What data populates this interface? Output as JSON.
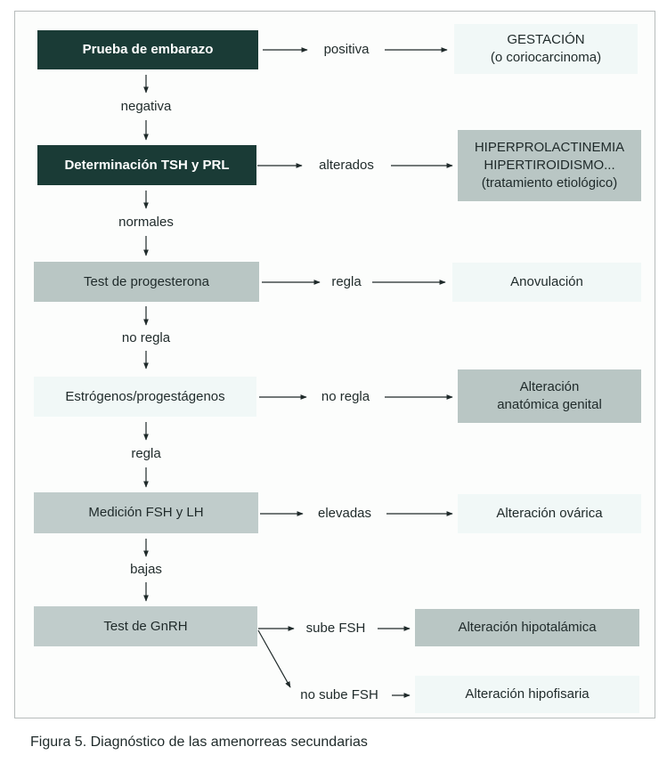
{
  "flowchart": {
    "steps": [
      {
        "id": "s1",
        "label": "Prueba de embarazo",
        "down_label": "negativa",
        "right_label": "positiva",
        "result": [
          "GESTACIÓN",
          "(o coriocarcinoma)"
        ]
      },
      {
        "id": "s2",
        "label": "Determinación TSH y PRL",
        "down_label": "normales",
        "right_label": "alterados",
        "result": [
          "HIPERPROLACTINEMIA",
          "HIPERTIROIDISMO...",
          "(tratamiento etiológico)"
        ]
      },
      {
        "id": "s3",
        "label": "Test de progesterona",
        "down_label": "no regla",
        "right_label": "regla",
        "result": [
          "Anovulación"
        ]
      },
      {
        "id": "s4",
        "label": "Estrógenos/progestágenos",
        "down_label": "regla",
        "right_label": "no regla",
        "result": [
          "Alteración",
          "anatómica genital"
        ]
      },
      {
        "id": "s5",
        "label": "Medición FSH y LH",
        "down_label": "bajas",
        "right_label": "elevadas",
        "result": [
          "Alteración ovárica"
        ]
      },
      {
        "id": "s6",
        "label": "Test de GnRH",
        "branches": [
          {
            "label": "sube FSH",
            "result": "Alteración hipotalámica"
          },
          {
            "label": "no sube FSH",
            "result": "Alteración hipofisaria"
          }
        ]
      }
    ]
  },
  "caption": "Figura 5. Diagnóstico de las amenorreas secundarias"
}
